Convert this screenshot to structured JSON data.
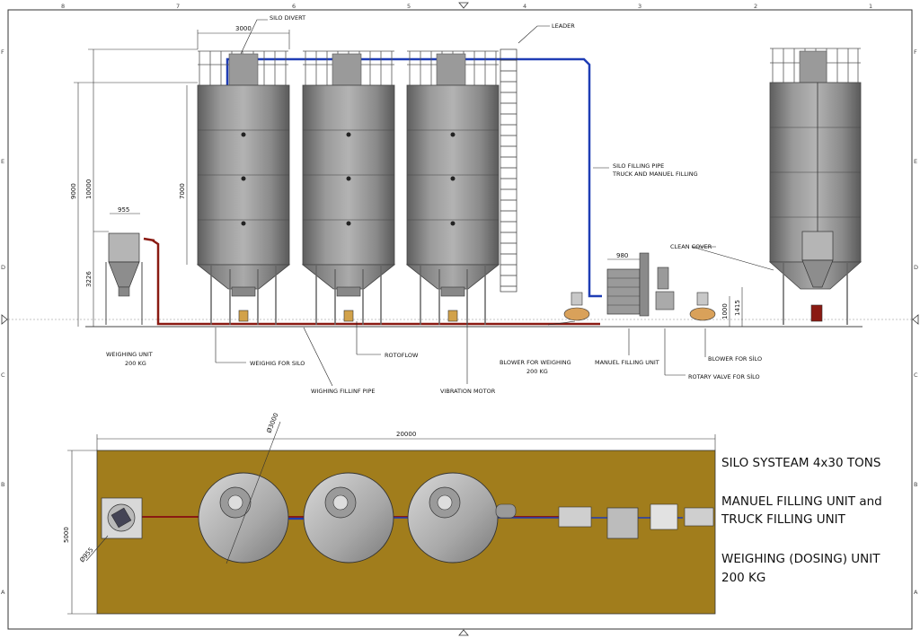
{
  "grid": {
    "columns_top": [
      "8",
      "7",
      "6",
      "5",
      "4",
      "3",
      "2",
      "1"
    ],
    "rows_left": [
      "F",
      "E",
      "D",
      "C",
      "B",
      "A"
    ]
  },
  "elevation": {
    "labels": {
      "silo_divert": "SILO DIVERT",
      "leader": "LEADER",
      "silo_filling_pipe_1": "SILO FILLING PIPE",
      "silo_filling_pipe_2": "TRUCK AND MANUEL FILLING",
      "clean_cover": "CLEAN COVER",
      "weighing_unit_1": "WEIGHING UNIT",
      "weighing_unit_2": "200 KG",
      "weighing_for_silo": "WEIGHIG FOR SILO",
      "weighing_filling_pipe": "WIGHING FILLINF PIPE",
      "rotoflow": "ROTOFLOW",
      "vibration_motor": "VIBRATION MOTOR",
      "blower_weighing_1": "BLOWER FOR WEIGHING",
      "blower_weighing_2": "200 KG",
      "manuel_filling_unit": "MANUEL FILLING UNIT",
      "rotary_valve": "ROTARY VALVE FOR SİLO",
      "blower_silo": "BLOWER FOR SİLO"
    },
    "dimensions": {
      "silo_diameter": "3000",
      "hopper_width": "955",
      "manuel_unit_width": "980",
      "total_height": "10000",
      "overall_height": "9000",
      "silo_body_height": "7000",
      "weigher_height": "3226",
      "blower_height": "1000",
      "valve_height": "1415"
    }
  },
  "plan": {
    "dimensions": {
      "total_length": "20000",
      "total_width": "5000",
      "silo_diameter": "Ø3000",
      "weigher_diameter": "Ø955"
    }
  },
  "title_block": {
    "line1": "SILO SYSTEAM 4x30 TONS",
    "line2": "MANUEL FILLING UNIT and",
    "line3": "TRUCK FILLING UNIT",
    "line4": "WEIGHING (DOSING) UNIT",
    "line5": "200 KG"
  },
  "colors": {
    "silo_metal": "#8c8c8c",
    "pipe_blue": "#1f3db5",
    "pipe_red": "#8a1a12",
    "floor_plan": "#a17d1c",
    "blower_orange": "#d9a15a"
  }
}
